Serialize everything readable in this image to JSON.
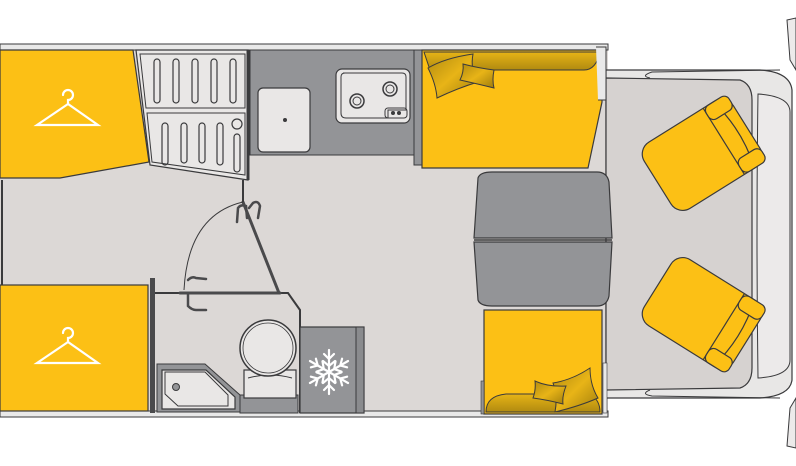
{
  "diagram": {
    "type": "motorhome-floor-plan",
    "orientation": "cab-right",
    "colors": {
      "floor": "#dcd8d6",
      "wall": "#ffffff",
      "wall_outline": "#3a3a3c",
      "upholstery": "#fcc015",
      "upholstery_dark": "#c99a10",
      "counter": "#939497",
      "table": "#939497",
      "appliance": "#e9e7e6",
      "cab_floor": "#e8e7e6",
      "icon_white": "#ffffff"
    },
    "zones": [
      {
        "id": "wardrobe-top",
        "label": "Wardrobe",
        "icon": "hanger-icon"
      },
      {
        "id": "wardrobe-bottom",
        "label": "Wardrobe",
        "icon": "hanger-icon"
      },
      {
        "id": "fridge-rack",
        "label": "Oven / Fridge grille"
      },
      {
        "id": "kitchen",
        "label": "Kitchen counter",
        "items": [
          "sink",
          "two-burner hob"
        ]
      },
      {
        "id": "washroom",
        "label": "Washroom",
        "items": [
          "toilet",
          "shower tray",
          "folding door"
        ]
      },
      {
        "id": "fridge",
        "label": "Refrigerator",
        "icon": "snowflake-icon"
      },
      {
        "id": "sofa-top",
        "label": "Side sofa",
        "items": [
          "cushions"
        ]
      },
      {
        "id": "sofa-bottom",
        "label": "Side seat",
        "items": [
          "cushions"
        ]
      },
      {
        "id": "dinette-table",
        "label": "Dinette table (2 leaves)"
      },
      {
        "id": "cab",
        "label": "Cab",
        "items": [
          "passenger seat",
          "driver seat"
        ]
      }
    ]
  }
}
